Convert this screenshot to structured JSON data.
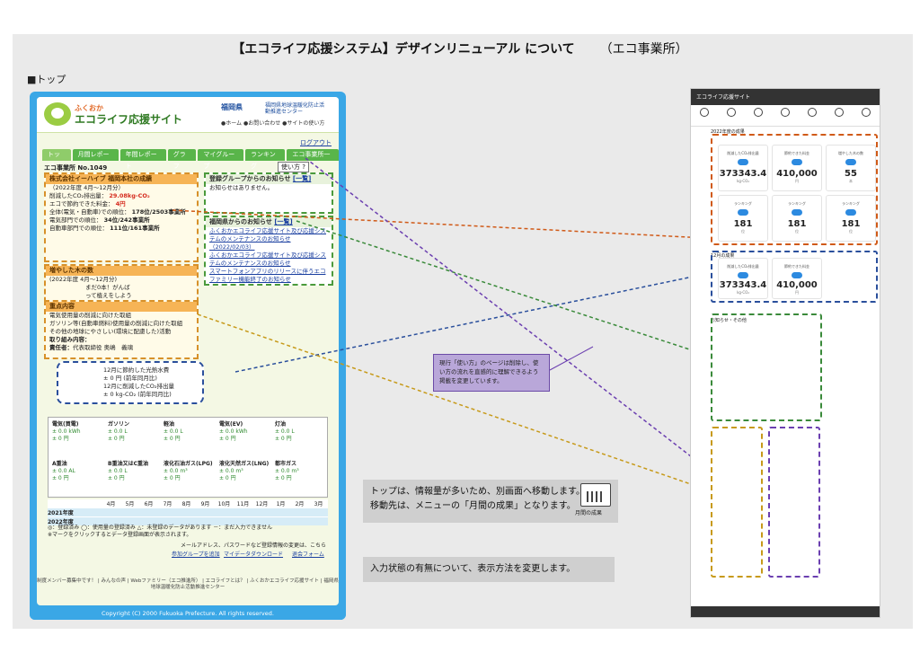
{
  "doc": {
    "title": "【エコライフ応援システム】デザインリニューアル について",
    "subtitle": "（エコ事業所）",
    "section": "■トップ"
  },
  "old_site": {
    "logo_top": "ふくおか",
    "logo_main": "エコライフ応援サイト",
    "pref": "福岡県",
    "pref_center": "福岡県地球温暖化防止活動推進センター",
    "top_links": "●ホーム ●お問い合わせ ●サイトの使い方",
    "logout": "ログアウト",
    "tabs": [
      "トップ",
      "月間レポート",
      "年間レポート",
      "グラフ",
      "マイグループ",
      "ランキング",
      "エコ事業所一覧"
    ],
    "office_no": "エコ事業所 No.1049",
    "howto": "使い方",
    "results": {
      "title": "株式会社イーハイブ 福岡本社の成績",
      "period": "（2022年度 4月〜12月分）",
      "rows": [
        {
          "label": "削減したCO₂排出量：",
          "value": "29.08kg-CO₂"
        },
        {
          "label": "エコで節約できた料金：",
          "value": "4円"
        },
        {
          "label": "全体(電気・自動車)での順位：",
          "value": "178位/2503事業所"
        },
        {
          "label": "電気部門での順位：",
          "value": "34位/242事業所"
        },
        {
          "label": "自動車部門での順位：",
          "value": "111位/161事業所"
        }
      ]
    },
    "trees": {
      "title": "増やした木の数",
      "period": "(2022年度 4月〜12月分)",
      "bubble": "まだ0本！がんばって植えをしよう♪",
      "count": "0本"
    },
    "notice_group": {
      "title": "登録グループからのお知らせ",
      "more": "[一覧]",
      "text": "お知らせはありません。"
    },
    "notice_pref": {
      "title": "福岡県からのお知らせ",
      "more": "[一覧]",
      "items": [
        "ふくおかエコライフ応援サイト及び応援システムのメンテナンスのお知らせ（2022/02/03）",
        "ふくおかエコライフ応援サイト及び応援システムのメンテナンスのお知らせ",
        "スマートフォンアプリのリリースに伴うエコファミリー機能終了のお知らせ"
      ]
    },
    "efforts": {
      "title": "重点内容",
      "items": [
        "電気使用量の削減に向けた取組",
        "ガソリン等(自動車燃料)使用量の削減に向けた取組",
        "その他の地球にやさしい(環境に配慮した)活動"
      ],
      "content_label": "取り組み内容：",
      "manager_label": "責任者：",
      "manager": "代表取締役 奥嶋　義璃"
    },
    "month_summary": {
      "line1": "12月に節約した光熱水費",
      "line2": "± 0 円 (前年同月比)",
      "line3": "12月に削減したCO₂排出量",
      "line4": "± 0 kg-CO₂ (前年同月比)"
    },
    "fuel_headers": [
      "電気(買電)",
      "ガソリン",
      "軽油",
      "電気(EV)",
      "灯油",
      "A重油",
      "B重油又はC重油",
      "液化石油ガス(LPG)",
      "液化天然ガス(LNG)",
      "都市ガス"
    ],
    "fuel_values": [
      [
        "± 0.0 kWh",
        "± 0 円"
      ],
      [
        "± 0.0 L",
        "± 0 円"
      ],
      [
        "± 0.0 L",
        "± 0 円"
      ],
      [
        "± 0.0 kWh",
        "± 0 円"
      ],
      [
        "± 0.0 L",
        "± 0 円"
      ],
      [
        "± 0.0 AL",
        "± 0 円"
      ],
      [
        "± 0.0 L",
        "± 0 円"
      ],
      [
        "± 0.0 m³",
        "± 0 円"
      ],
      [
        "± 0.0 m³",
        "± 0 円"
      ],
      [
        "± 0.0 m³",
        "± 0 円"
      ]
    ],
    "months": [
      "4月",
      "5月",
      "6月",
      "7月",
      "8月",
      "9月",
      "10月",
      "11月",
      "12月",
      "1月",
      "2月",
      "3月"
    ],
    "years": [
      "2021年度",
      "2022年度"
    ],
    "legend": "◎：登録済み ◯：使用量の登録済み △：未登録のデータがあります －：まだ入力できません",
    "legend2": "※マークをクリックするとデータ登録画面が表示されます。",
    "bottom_note": "メールアドレス、パスワードなど登録情報の変更は、こちら",
    "bottom_links": [
      "参加グループを追加",
      "マイデータダウンロード",
      "退会フォーム"
    ],
    "footer": "制度メンバー募集中です！ | みんなの声 | Webファミリー（エコ推進所） | エコライフとは？ | ふくおかエコライフ応援サイト | 福岡県地球温暖化防止活動推進センター",
    "copyright": "Copyright (C) 2000 Fukuoka Prefecture. All rights reserved."
  },
  "notes": {
    "note1_line1": "トップは、情報量が多いため、別画面へ移動します。",
    "note1_line2": "移動先は、メニューの「月間の成果」となります。",
    "calendar_label": "月間の成果",
    "note2": "入力状態の有無について、表示方法を変更します。",
    "purple": "現行「使い方」のページは削除し、使い方の流れを直感的に理解できるよう掲載を変更しています。"
  },
  "new_site": {
    "section_year": "2022年度の成果",
    "section_month": "12月の成果",
    "cards": [
      {
        "label": "削減したCO₂排出量",
        "value": "373343.4",
        "unit": "kg-CO₂"
      },
      {
        "label": "節約できた料金",
        "value": "410,000",
        "unit": "円"
      },
      {
        "label": "増やした木の数",
        "value": "55",
        "unit": "本"
      },
      {
        "label": "ランキング",
        "value": "181",
        "unit": "位"
      },
      {
        "label": "ランキング",
        "value": "181",
        "unit": "位"
      },
      {
        "label": "ランキング",
        "value": "181",
        "unit": "位"
      }
    ],
    "month_cards": [
      {
        "label": "削減したCO₂排出量",
        "value": "373343.4",
        "unit": "kg-CO₂"
      },
      {
        "label": "節約できた料金",
        "value": "410,000",
        "unit": "円"
      }
    ],
    "notice_title": "お知らせ・その他",
    "footer_logo": "エコライフ応援サイト"
  }
}
